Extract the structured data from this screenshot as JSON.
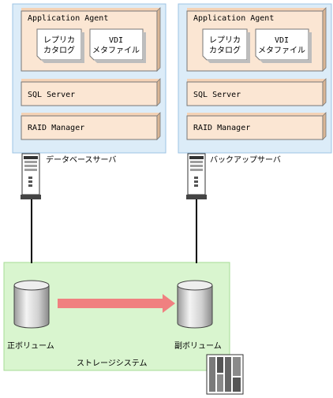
{
  "left_server": {
    "agent_title": "Application Agent",
    "doc1_line1": "レプリカ",
    "doc1_line2": "カタログ",
    "doc2_line1": "VDI",
    "doc2_line2": "メタファイル",
    "sql_label": "SQL Server",
    "raid_label": "RAID Manager",
    "caption": "データベースサーバ"
  },
  "right_server": {
    "agent_title": "Application Agent",
    "doc1_line1": "レプリカ",
    "doc1_line2": "カタログ",
    "doc2_line1": "VDI",
    "doc2_line2": "メタファイル",
    "sql_label": "SQL Server",
    "raid_label": "RAID Manager",
    "caption": "バックアップサーバ"
  },
  "storage": {
    "primary_volume_label": "正ボリューム",
    "secondary_volume_label": "副ボリューム",
    "system_label": "ストレージシステム"
  },
  "colors": {
    "server_panel_fill": "#dcecf8",
    "server_panel_border": "#9cc3e4",
    "component_fill": "#fbe6d3",
    "storage_fill": "#d9f5cf",
    "storage_border": "#a6dc96",
    "arrow": "#f08080"
  }
}
